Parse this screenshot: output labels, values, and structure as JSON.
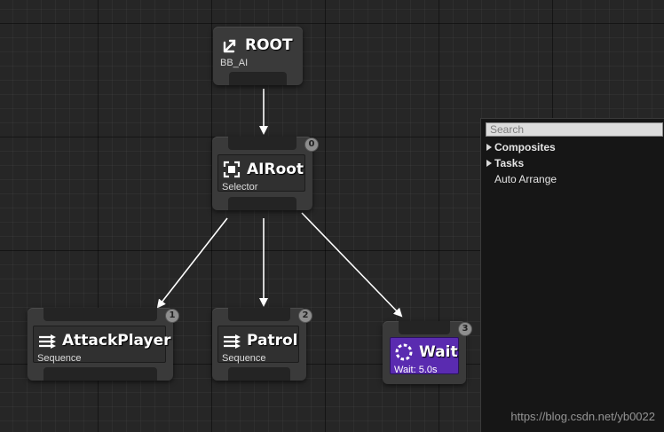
{
  "nodes": {
    "root": {
      "title": "ROOT",
      "subtitle": "BB_AI",
      "icon": "root-branch-icon"
    },
    "airoot": {
      "title": "AIRoot",
      "subtitle": "Selector",
      "icon": "selector-icon",
      "index": "0"
    },
    "attack": {
      "title": "AttackPlayer",
      "subtitle": "Sequence",
      "icon": "sequence-icon",
      "index": "1"
    },
    "patrol": {
      "title": "Patrol",
      "subtitle": "Sequence",
      "icon": "sequence-icon",
      "index": "2"
    },
    "wait": {
      "title": "Wait",
      "subtitle": "Wait: 5.0s",
      "icon": "wait-icon",
      "index": "3"
    }
  },
  "context_menu": {
    "search_placeholder": "Search",
    "items": [
      {
        "label": "Composites",
        "type": "category"
      },
      {
        "label": "Tasks",
        "type": "category"
      },
      {
        "label": "Auto Arrange",
        "type": "action"
      }
    ]
  },
  "watermark": "https://blog.csdn.net/yb0022",
  "colors": {
    "graph_bg": "#262626",
    "node_bg": "#3a3a3a",
    "task_accent": "#5a2bb0",
    "badge": "#8e8e8e",
    "wire": "#ffffff"
  }
}
